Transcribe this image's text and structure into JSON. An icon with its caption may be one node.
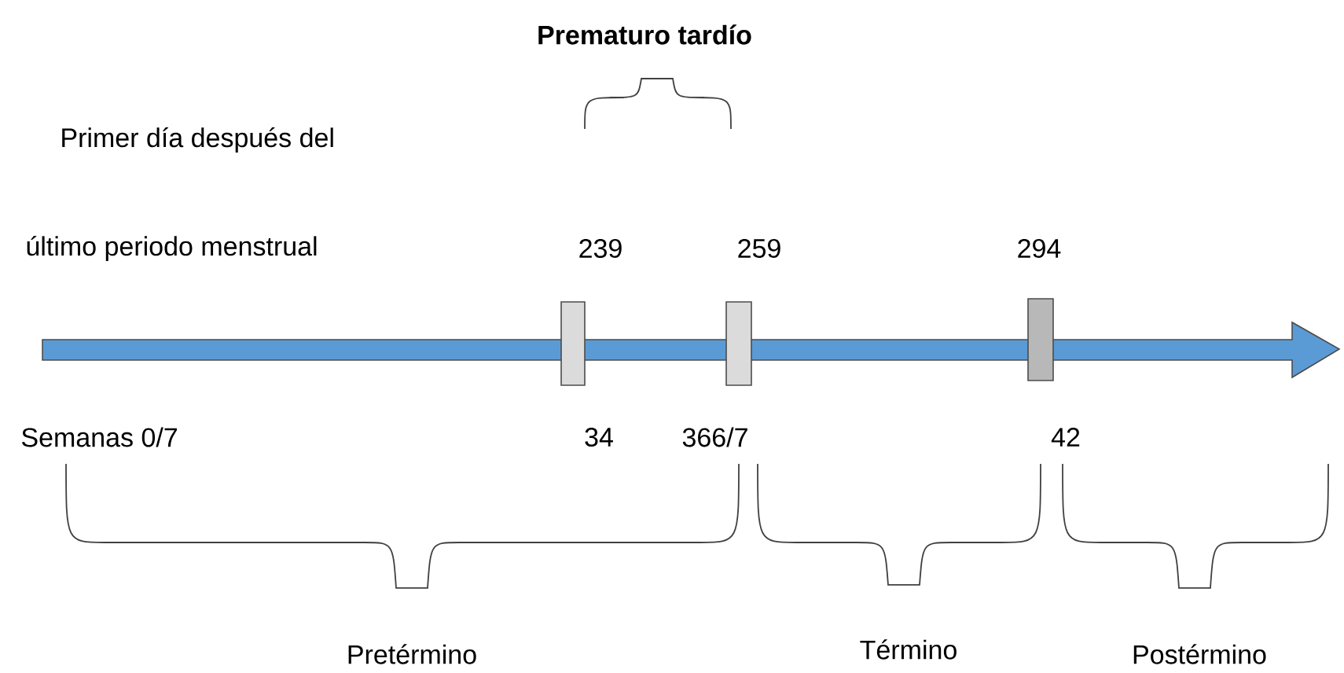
{
  "diagram": {
    "labels": [
      "Prematuro tardío",
      "Primer día después del",
      "último periodo menstrual",
      "239",
      "259",
      "294",
      "Semanas 0/7",
      "34",
      "366/7",
      "42",
      "Pretérmino",
      "Término",
      "Postérmino"
    ]
  }
}
